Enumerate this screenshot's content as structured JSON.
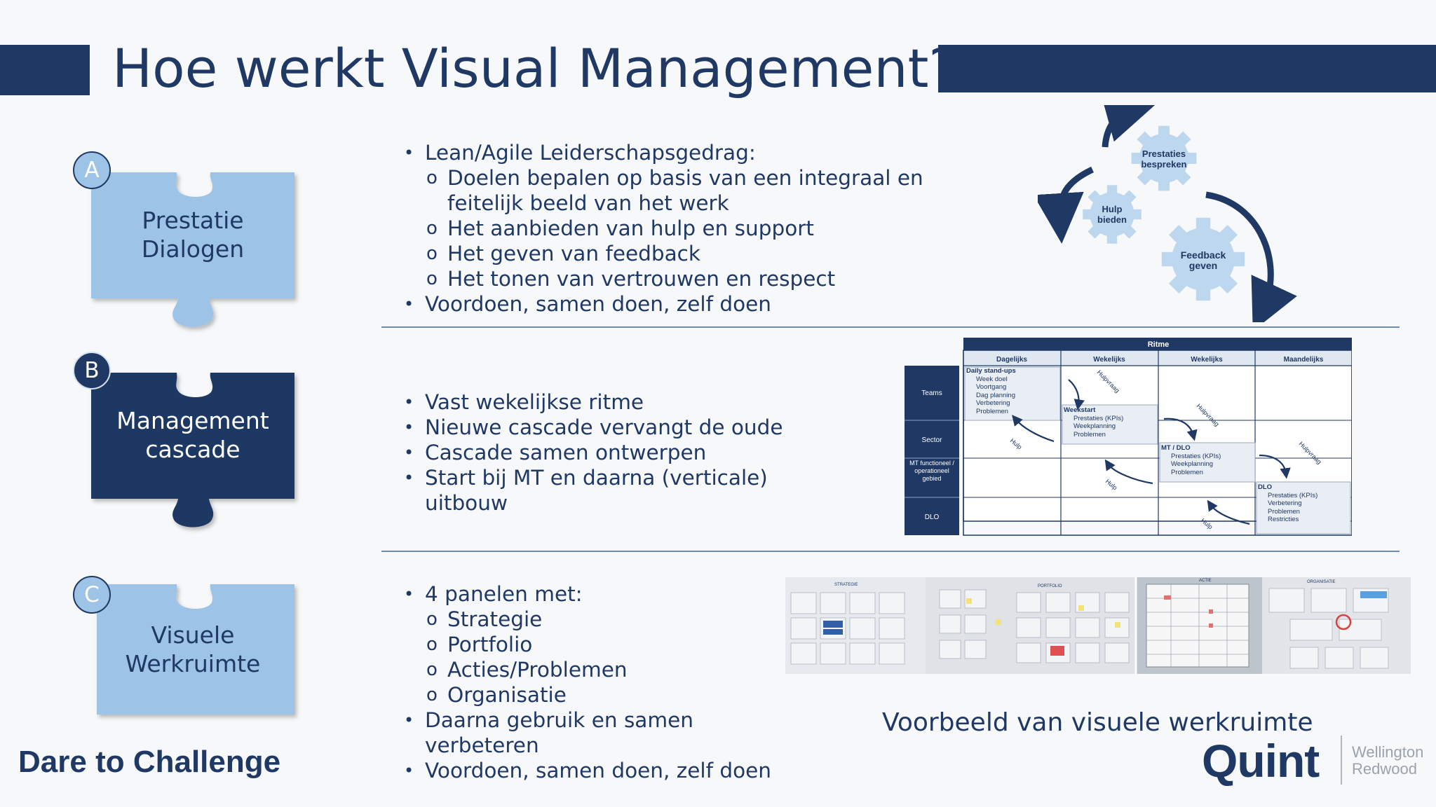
{
  "title": "Hoe werkt Visual Management?",
  "colors": {
    "navy": "#1f3864",
    "light_blue": "#9dc3e6",
    "divider": "#6f8bb0",
    "gear": "#bdd7ee"
  },
  "pillars": [
    {
      "letter": "A",
      "label_line1": "Prestatie",
      "label_line2": "Dialogen",
      "style": "light"
    },
    {
      "letter": "B",
      "label_line1": "Management",
      "label_line2": "cascade",
      "style": "dark"
    },
    {
      "letter": "C",
      "label_line1": "Visuele",
      "label_line2": "Werkruimte",
      "style": "light"
    }
  ],
  "section_a": {
    "bullets": [
      {
        "level": 1,
        "text": "Lean/Agile Leiderschapsgedrag:"
      },
      {
        "level": 2,
        "text": "Doelen bepalen op basis van een integraal en"
      },
      {
        "level": 2,
        "text": "feitelijk beeld van het werk",
        "continuation": true
      },
      {
        "level": 2,
        "text": "Het aanbieden van hulp en support"
      },
      {
        "level": 2,
        "text": "Het geven van feedback"
      },
      {
        "level": 2,
        "text": "Het tonen van vertrouwen en respect"
      },
      {
        "level": 1,
        "text": "Voordoen, samen doen, zelf doen"
      }
    ],
    "gears": {
      "prestaties_line1": "Prestaties",
      "prestaties_line2": "bespreken",
      "hulp_line1": "Hulp",
      "hulp_line2": "bieden",
      "feedback_line1": "Feedback",
      "feedback_line2": "geven"
    }
  },
  "section_b": {
    "bullets": [
      {
        "level": 1,
        "text": "Vast wekelijkse ritme"
      },
      {
        "level": 1,
        "text": "Nieuwe cascade vervangt de oude"
      },
      {
        "level": 1,
        "text": "Cascade samen ontwerpen"
      },
      {
        "level": 1,
        "text": "Start bij MT en daarna (verticale)"
      },
      {
        "level": 1,
        "text": "uitbouw",
        "continuation": true
      }
    ],
    "rhythm_table": {
      "header": "Ritme",
      "columns": [
        "Dagelijks",
        "Wekelijks",
        "Wekelijks",
        "Maandelijks"
      ],
      "rows": [
        "Teams",
        "Sector",
        "MT functioneel / operationeel gebied",
        "DLO"
      ],
      "box_daily": {
        "title": "Daily stand-ups",
        "items": [
          "Week doel",
          "Voortgang",
          "Dag planning",
          "Verbetering",
          "Problemen"
        ]
      },
      "box_weekstart": {
        "title": "Weekstart",
        "items": [
          "Prestaties (KPIs)",
          "Weekplanning",
          "Problemen"
        ]
      },
      "box_mtdlo": {
        "title": "MT / DLO",
        "items": [
          "Prestaties (KPIs)",
          "Weekplanning",
          "Problemen"
        ]
      },
      "box_dlo": {
        "title": "DLO",
        "items": [
          "Prestaties (KPIs)",
          "Verbetering",
          "Problemen",
          "Restricties"
        ]
      },
      "arrow_label_request": "Hulpvraag",
      "arrow_label_help": "Hulp"
    }
  },
  "section_c": {
    "bullets": [
      {
        "level": 1,
        "text": "4 panelen met:"
      },
      {
        "level": 2,
        "text": "Strategie"
      },
      {
        "level": 2,
        "text": "Portfolio"
      },
      {
        "level": 2,
        "text": "Acties/Problemen"
      },
      {
        "level": 2,
        "text": "Organisatie"
      },
      {
        "level": 1,
        "text": "Daarna gebruik en samen"
      },
      {
        "level": 1,
        "text": "verbeteren",
        "continuation": true
      },
      {
        "level": 1,
        "text": "Voordoen, samen doen, zelf doen"
      }
    ],
    "photo_panels": [
      "STRATEGIE",
      "PORTFOLIO",
      "ACTIE",
      "ORGANISATIE"
    ],
    "caption": "Voorbeeld van visuele werkruimte"
  },
  "footer": {
    "tagline": "Dare to Challenge",
    "brand": "Quint",
    "brand_sub_line1": "Wellington",
    "brand_sub_line2": "Redwood"
  }
}
